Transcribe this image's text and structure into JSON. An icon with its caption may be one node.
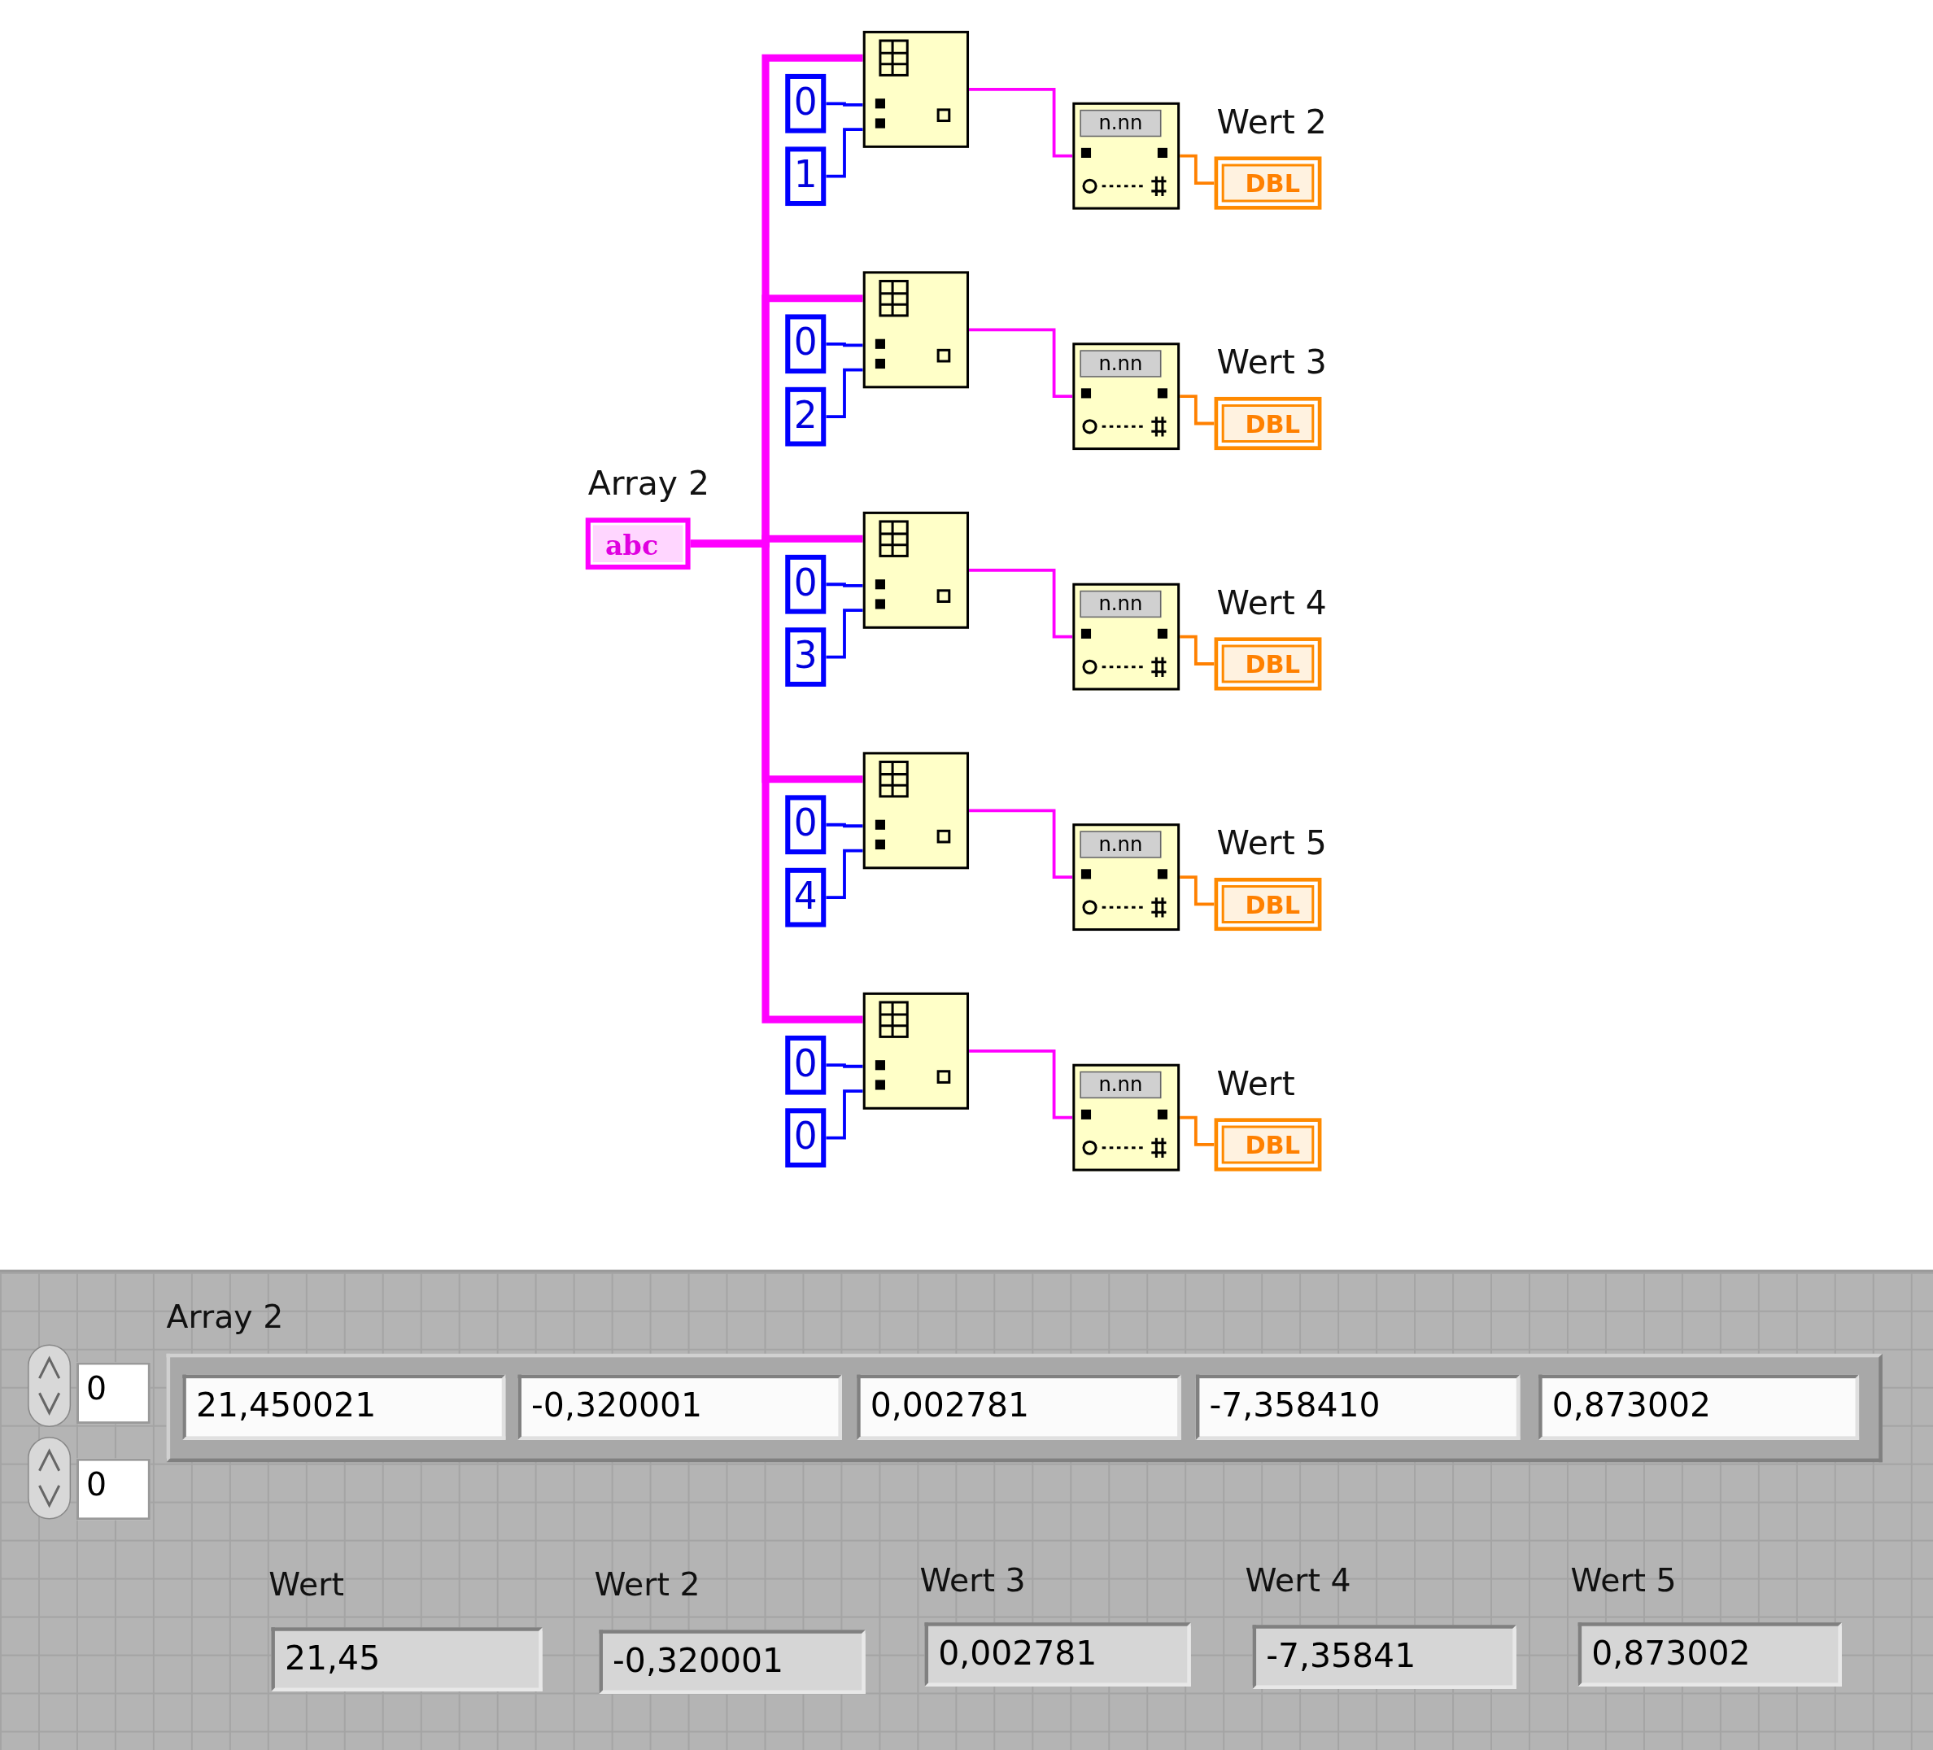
{
  "diagram": {
    "nodes": [
      {
        "text": [
          "Array 2",
          "abc"
        ]
      },
      {
        "text": [
          "0"
        ]
      },
      {
        "text": [
          "1"
        ]
      },
      {
        "text": [],
        "shape": "box"
      },
      {
        "text": [
          "n.nn"
        ]
      },
      {
        "text": [
          "Wert 2",
          "DBL"
        ]
      },
      {
        "text": [
          "0"
        ]
      },
      {
        "text": [
          "2"
        ]
      },
      {
        "text": [],
        "shape": "box"
      },
      {
        "text": [
          "n.nn"
        ]
      },
      {
        "text": [
          "Wert 3",
          "DBL"
        ]
      },
      {
        "text": [
          "0"
        ]
      },
      {
        "text": [
          "3"
        ]
      },
      {
        "text": [],
        "shape": "box"
      },
      {
        "text": [
          "n.nn"
        ]
      },
      {
        "text": [
          "Wert 4",
          "DBL"
        ]
      },
      {
        "text": [
          "0"
        ]
      },
      {
        "text": [
          "4"
        ]
      },
      {
        "text": [],
        "shape": "box"
      },
      {
        "text": [
          "n.nn"
        ]
      },
      {
        "text": [
          "Wert 5",
          "DBL"
        ]
      },
      {
        "text": [
          "0"
        ]
      },
      {
        "text": [
          "0"
        ]
      },
      {
        "text": [],
        "shape": "box"
      },
      {
        "text": [
          "n.nn"
        ]
      },
      {
        "text": [
          "Wert",
          "DBL"
        ]
      }
    ],
    "edges": [
      {
        "from": 0,
        "to": 3,
        "arrow": "none",
        "style": "thick",
        "color": "#ff00ff"
      },
      {
        "from": 1,
        "to": 3,
        "arrow": "none",
        "color": "#0000ff"
      },
      {
        "from": 2,
        "to": 3,
        "arrow": "none",
        "color": "#0000ff"
      },
      {
        "from": 3,
        "to": 4,
        "arrow": "none",
        "color": "#ff00ff"
      },
      {
        "from": 4,
        "to": 5,
        "arrow": "none",
        "color": "#ff8000"
      },
      {
        "from": 0,
        "to": 8,
        "arrow": "none",
        "style": "thick",
        "color": "#ff00ff"
      },
      {
        "from": 6,
        "to": 8,
        "arrow": "none",
        "color": "#0000ff"
      },
      {
        "from": 7,
        "to": 8,
        "arrow": "none",
        "color": "#0000ff"
      },
      {
        "from": 8,
        "to": 9,
        "arrow": "none",
        "color": "#ff00ff"
      },
      {
        "from": 9,
        "to": 10,
        "arrow": "none",
        "color": "#ff8000"
      },
      {
        "from": 0,
        "to": 13,
        "arrow": "none",
        "style": "thick",
        "color": "#ff00ff"
      },
      {
        "from": 11,
        "to": 13,
        "arrow": "none",
        "color": "#0000ff"
      },
      {
        "from": 12,
        "to": 13,
        "arrow": "none",
        "color": "#0000ff"
      },
      {
        "from": 13,
        "to": 14,
        "arrow": "none",
        "color": "#ff00ff"
      },
      {
        "from": 14,
        "to": 15,
        "arrow": "none",
        "color": "#ff8000"
      },
      {
        "from": 0,
        "to": 18,
        "arrow": "none",
        "style": "thick",
        "color": "#ff00ff"
      },
      {
        "from": 16,
        "to": 18,
        "arrow": "none",
        "color": "#0000ff"
      },
      {
        "from": 17,
        "to": 18,
        "arrow": "none",
        "color": "#0000ff"
      },
      {
        "from": 18,
        "to": 19,
        "arrow": "none",
        "color": "#ff00ff"
      },
      {
        "from": 19,
        "to": 20,
        "arrow": "none",
        "color": "#ff8000"
      },
      {
        "from": 0,
        "to": 23,
        "arrow": "none",
        "style": "thick",
        "color": "#ff00ff"
      },
      {
        "from": 21,
        "to": 23,
        "arrow": "none",
        "color": "#0000ff"
      },
      {
        "from": 22,
        "to": 23,
        "arrow": "none",
        "color": "#0000ff"
      },
      {
        "from": 23,
        "to": 24,
        "arrow": "none",
        "color": "#ff00ff"
      },
      {
        "from": 24,
        "to": 25,
        "arrow": "none",
        "color": "#ff8000"
      }
    ],
    "labels": [
      "Array 2",
      "0",
      "21,450021",
      "-0,320001",
      "0,002781",
      "-7,358410",
      "0,873002",
      "0",
      "Wert",
      "Wert 2",
      "Wert 3",
      "Wert 4",
      "Wert 5",
      "21,45",
      "-0,320001",
      "0,002781",
      "-7,35841",
      "0,873002"
    ]
  }
}
